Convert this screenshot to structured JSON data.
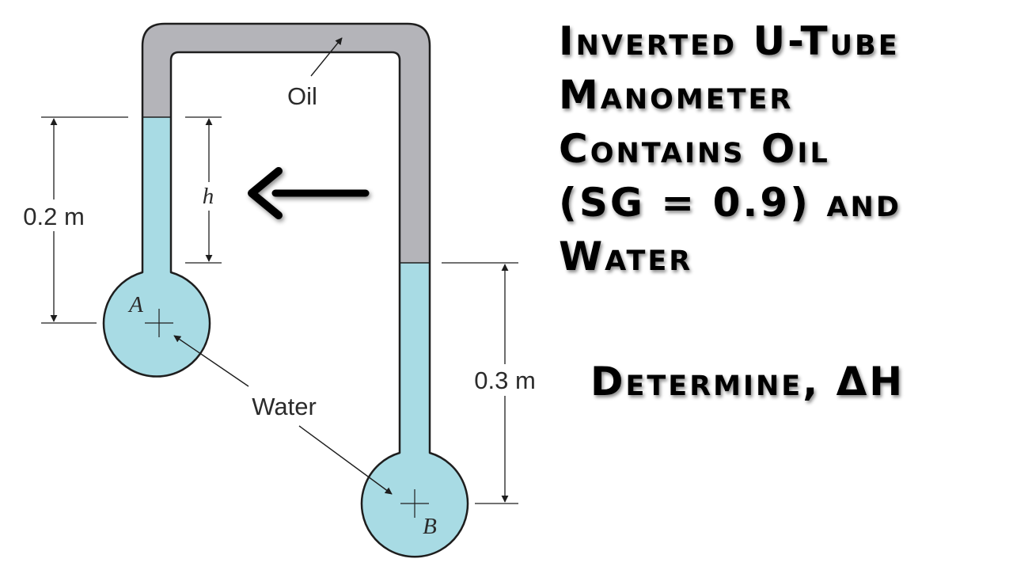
{
  "title": {
    "lines": [
      "Inverted U-Tube",
      "Manometer",
      "Contains Oil",
      "(SG = 0.9) and",
      "Water"
    ]
  },
  "question": "Determine, ΔH",
  "diagram": {
    "labels": {
      "oil": "Oil",
      "water": "Water",
      "dim_left": "0.2 m",
      "dim_right": "0.3 m",
      "h": "h",
      "point_a": "A",
      "point_b": "B"
    },
    "colors": {
      "water": "#a8dbe4",
      "oil": "#b4b4b9",
      "outline": "#1e1e1e",
      "pointer_arrow": "#000000"
    },
    "icons": {
      "pointer": "left-arrow-icon"
    }
  }
}
